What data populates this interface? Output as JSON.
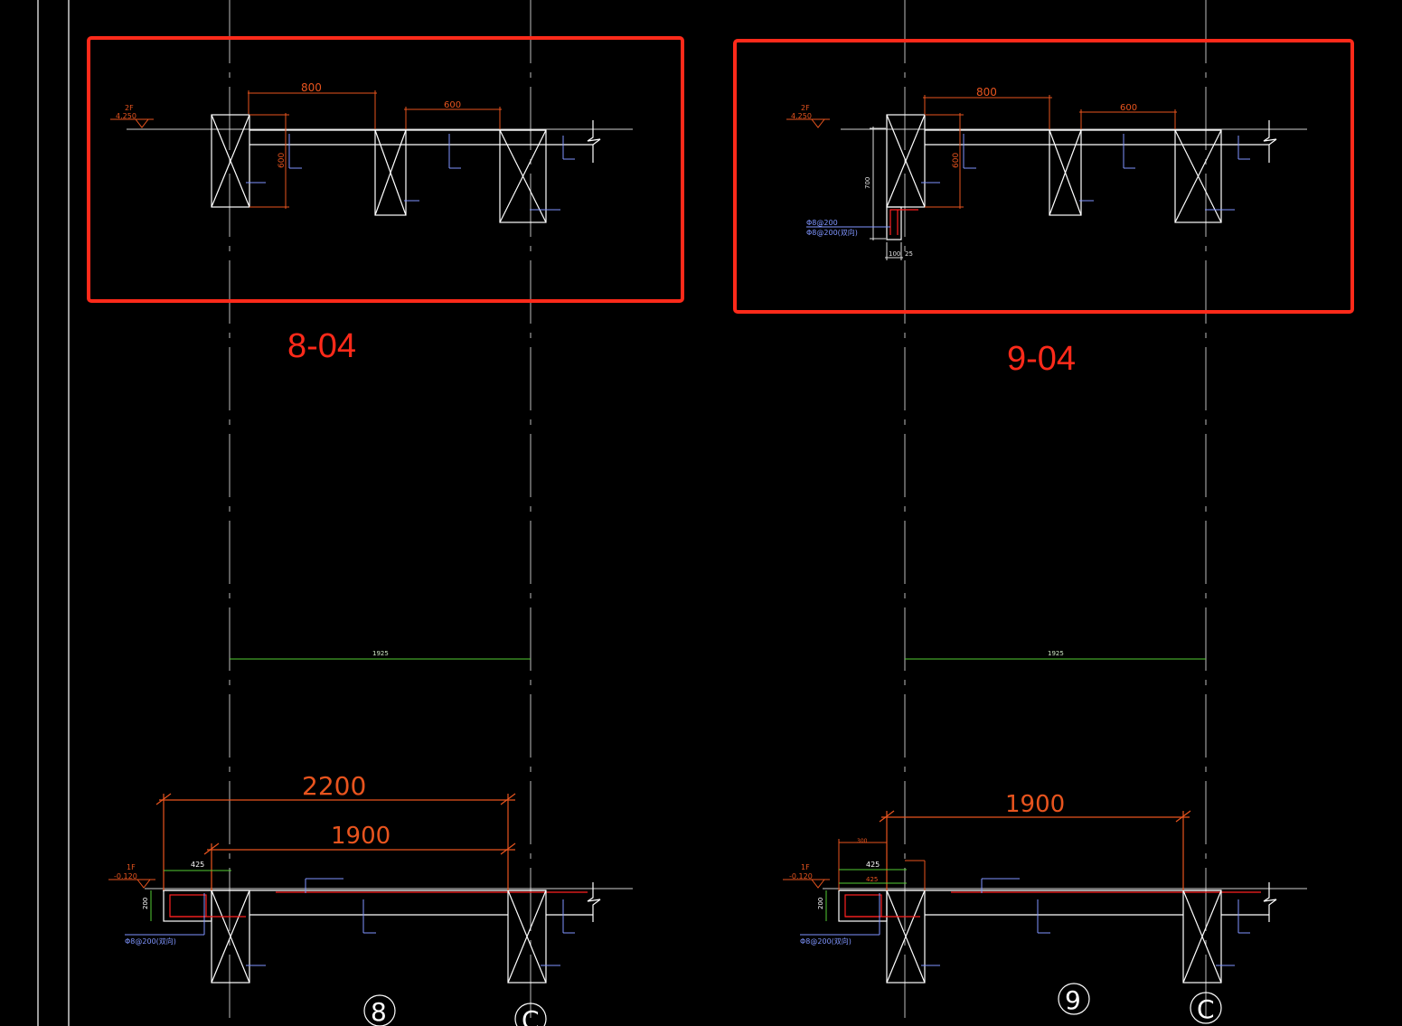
{
  "colors": {
    "background": "#000000",
    "highlight": "#ff2a1a",
    "dimension": "#e8541e",
    "annotation": "#7f95ff",
    "structure": "#ffffff",
    "axis": "#cfcfcf",
    "span": "#55cc33",
    "rebar": "#ff2020"
  },
  "labels": {
    "detail_8_04": "8-04",
    "detail_9_04": "9-04"
  },
  "upper_left": {
    "level_name": "2F",
    "level_value": "4.250",
    "dim_top_1": "800",
    "dim_top_2": "600",
    "dim_vertical": "600"
  },
  "upper_right": {
    "level_name": "2F",
    "level_value": "4.250",
    "dim_top_1": "800",
    "dim_top_2": "600",
    "dim_vertical": "600",
    "dim_depth": "700",
    "rebar_note_1": "Φ8@200",
    "rebar_note_2": "Φ8@200(双向)",
    "dim_bottom_1": "100",
    "dim_bottom_2": "25"
  },
  "middle": {
    "span_left": "1925",
    "span_right": "1925"
  },
  "lower_left": {
    "level_name": "1F",
    "level_value": "-0.120",
    "dim_overall": "2200",
    "dim_inner": "1900",
    "dim_offset": "425",
    "dim_depth": "200",
    "rebar_note": "Φ8@200(双向)"
  },
  "lower_right": {
    "level_name": "1F",
    "level_value": "-0.120",
    "dim_inner": "1900",
    "dim_offset_1": "300",
    "dim_offset_2": "425",
    "dim_offset_3": "425",
    "dim_depth": "200",
    "rebar_note": "Φ8@200(双向)"
  },
  "axes": {
    "grid_8": "8",
    "grid_9": "9",
    "grid_c_left": "C",
    "grid_c_right": "C"
  }
}
